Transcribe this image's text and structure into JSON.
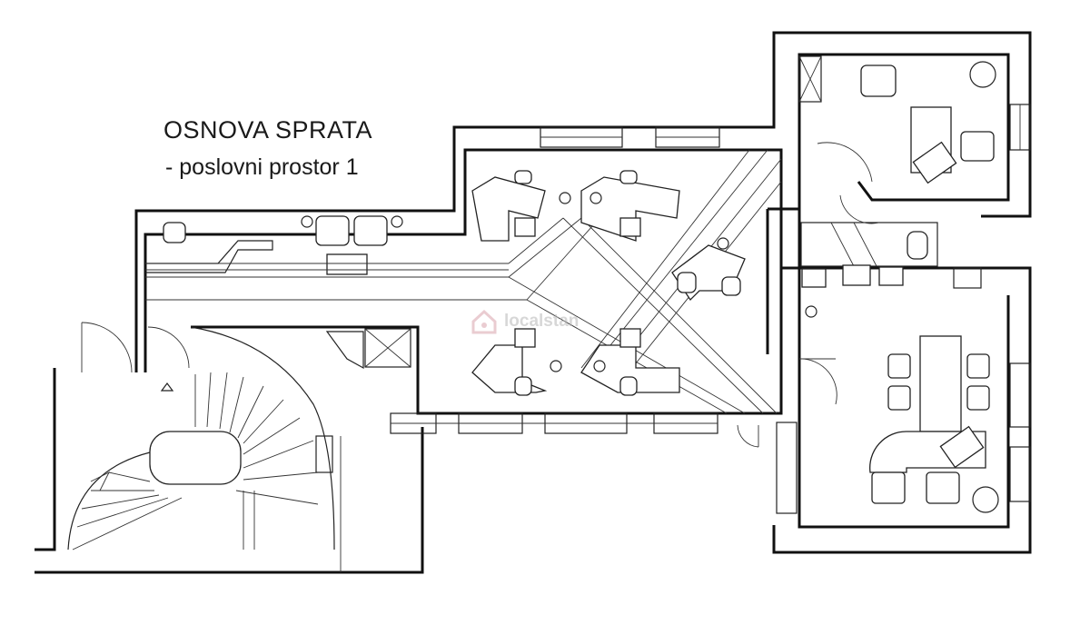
{
  "plan": {
    "title": "OSNOVA SPRATA",
    "subtitle": "- poslovni prostor 1"
  },
  "watermark": {
    "text": "localstan",
    "accent_color": "#d9a3ad"
  },
  "colors": {
    "line": "#111111",
    "background": "#ffffff"
  }
}
